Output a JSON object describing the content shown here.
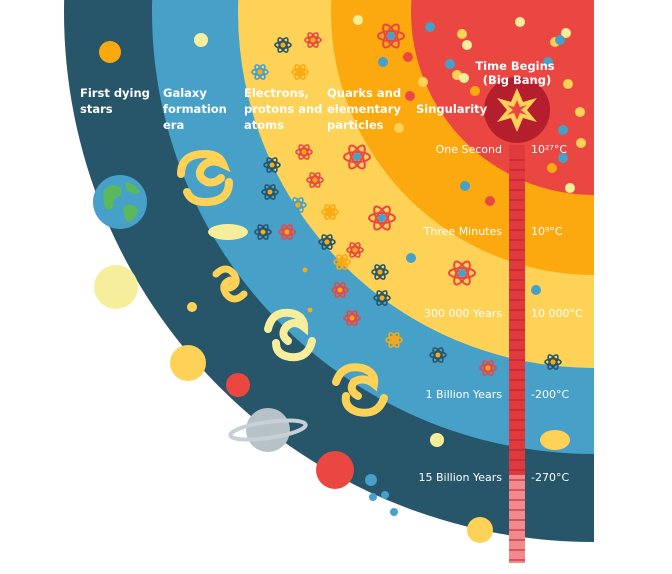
{
  "colors": {
    "outer_band": "#27556a",
    "galaxy_band": "#46a0c8",
    "electron_band": "#fdd257",
    "quark_band": "#fca90f",
    "singularity_band": "#ea4743",
    "thermometer": "#e0393e",
    "thermometer_light": "#f08a8c"
  },
  "eras": {
    "first_stars": [
      "First dying",
      "stars"
    ],
    "galaxy": [
      "Galaxy",
      "formation",
      "era"
    ],
    "electrons": [
      "Electrons,",
      "protons and",
      "atoms"
    ],
    "quarks": [
      "Quarks and",
      "elementary",
      "particles"
    ],
    "singularity": "Singularity",
    "time_begins": [
      "Time Begins",
      "(Big Bang)"
    ]
  },
  "timeline": [
    {
      "time": "One Second",
      "temp": "10²⁷°C"
    },
    {
      "time": "Three Minutes",
      "temp": "10⁹°C"
    },
    {
      "time": "300 000 Years",
      "temp": "10 000°C"
    },
    {
      "time": "1 Billion Years",
      "temp": "-200°C"
    },
    {
      "time": "15 Billion Years",
      "temp": "-270°C"
    }
  ],
  "icons": [
    "big-bang-icon",
    "earth-icon",
    "saturn-icon",
    "planet-icon",
    "star-icon",
    "spiral-galaxy-icon",
    "atom-icon",
    "particle-icon"
  ]
}
